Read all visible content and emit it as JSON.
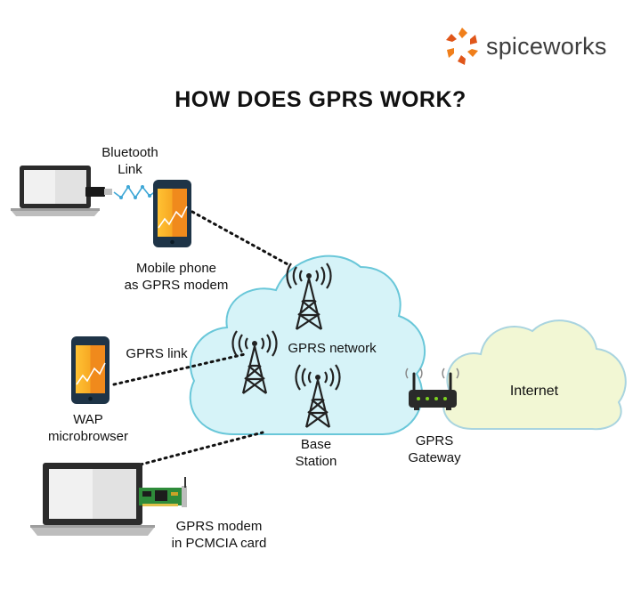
{
  "brand": {
    "name": "spiceworks",
    "accent": "#F07F1B",
    "accent_dark": "#E0561A"
  },
  "title": "HOW DOES GPRS WORK?",
  "labels": {
    "bluetooth_line1": "Bluetooth",
    "bluetooth_line2": "Link",
    "mobile_line1": "Mobile phone",
    "mobile_line2": "as GPRS modem",
    "gprs_link": "GPRS link",
    "wap_line1": "WAP",
    "wap_line2": "microbrowser",
    "gprs_network": "GPRS network",
    "base_station_line1": "Base",
    "base_station_line2": "Station",
    "gateway_line1": "GPRS",
    "gateway_line2": "Gateway",
    "internet": "Internet",
    "pcmcia_line1": "GPRS modem",
    "pcmcia_line2": "in PCMCIA card"
  },
  "colors": {
    "cloud_fill": "#D6F3F8",
    "cloud_stroke": "#69C7D9",
    "internet_fill": "#F2F7D4",
    "internet_stroke": "#A9D4DF",
    "tower": "#222222",
    "phone_screen": "#F7A823",
    "phone_body": "#1E3447"
  }
}
